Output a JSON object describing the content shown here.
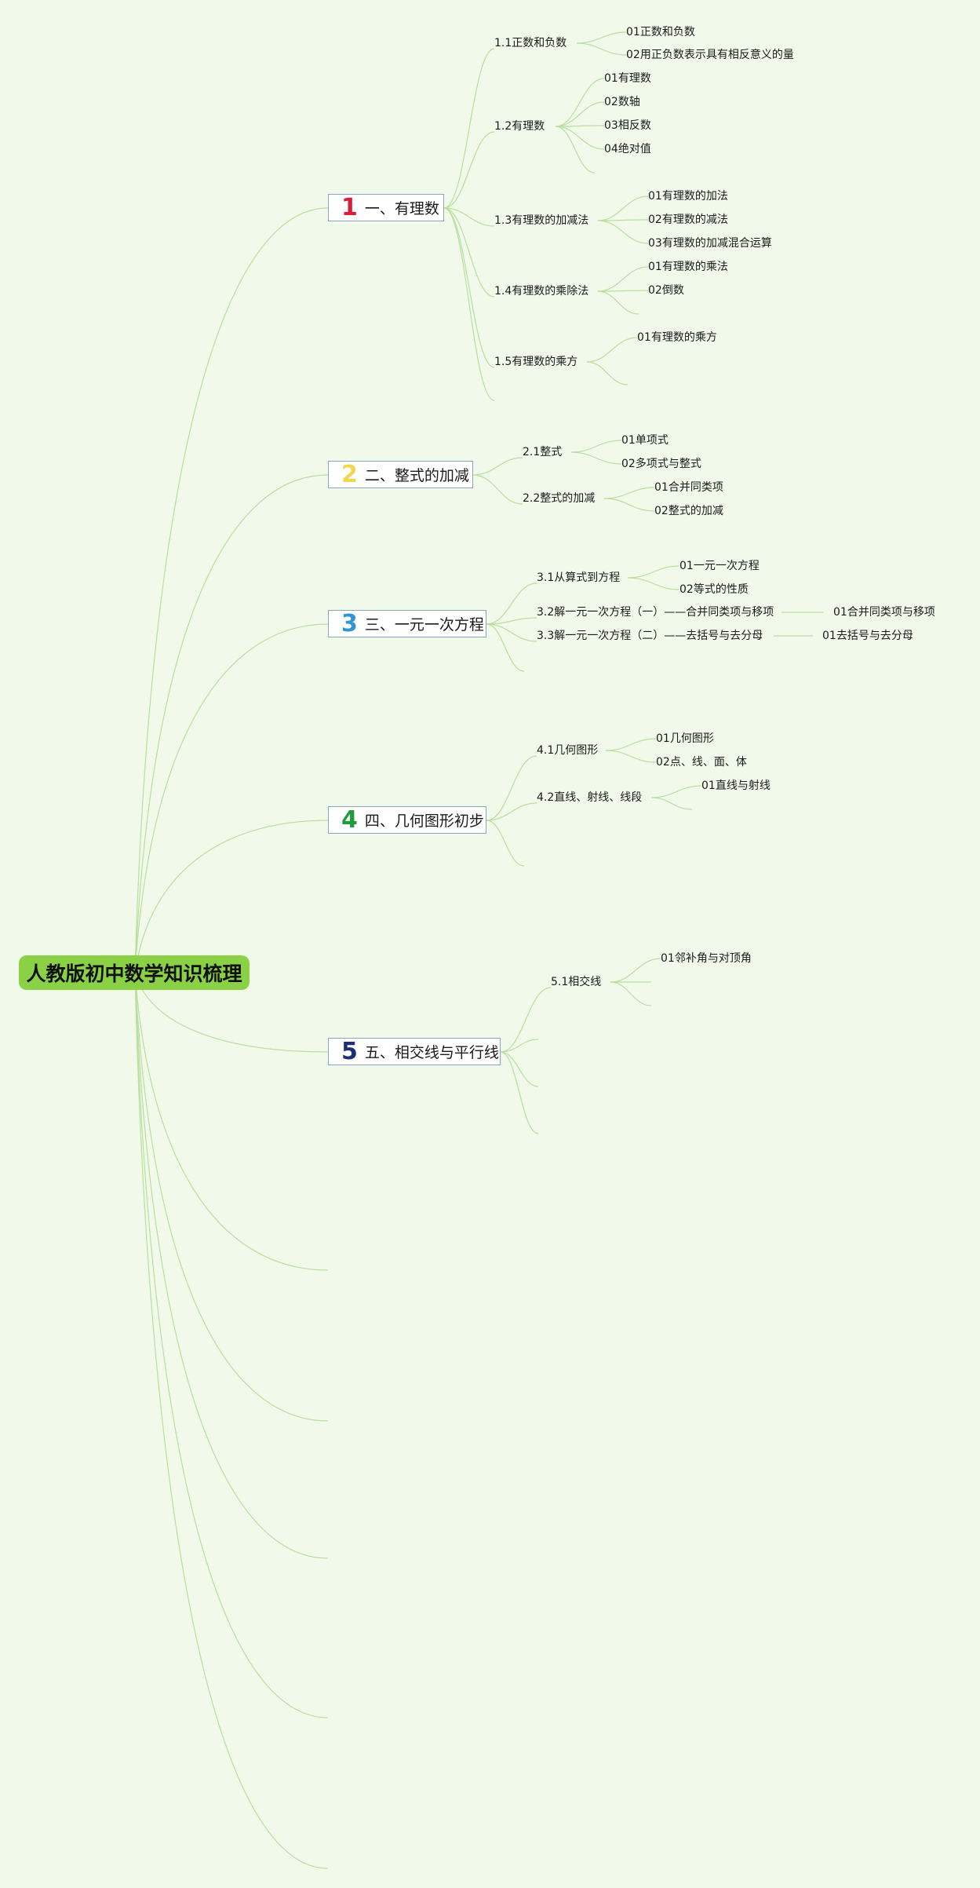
{
  "root": {
    "label": "人教版初中数学知识梳理"
  },
  "chapters": [
    {
      "number": "1",
      "label": "一、有理数",
      "number_color": "#d6203a"
    },
    {
      "number": "2",
      "label": "二、整式的加减",
      "number_color": "#f2d64f"
    },
    {
      "number": "3",
      "label": "三、一元一次方程",
      "number_color": "#2f95d3"
    },
    {
      "number": "4",
      "label": "四、几何图形初步",
      "number_color": "#1f9a3c"
    },
    {
      "number": "5",
      "label": "五、相交线与平行线",
      "number_color": "#1d2d78"
    }
  ],
  "ch1": {
    "s1": {
      "label": "1.1正数和负数",
      "items": [
        "01正数和负数",
        "02用正负数表示具有相反意义的量"
      ]
    },
    "s2": {
      "label": "1.2有理数",
      "items": [
        "01有理数",
        "02数轴",
        "03相反数",
        "04绝对值"
      ]
    },
    "s3": {
      "label": "1.3有理数的加减法",
      "items": [
        "01有理数的加法",
        "02有理数的减法",
        "03有理数的加减混合运算"
      ]
    },
    "s4": {
      "label": "1.4有理数的乘除法",
      "items": [
        "01有理数的乘法",
        "02倒数"
      ]
    },
    "s5": {
      "label": "1.5有理数的乘方",
      "items": [
        "01有理数的乘方"
      ]
    }
  },
  "ch2": {
    "s1": {
      "label": "2.1整式",
      "items": [
        "01单项式",
        "02多项式与整式"
      ]
    },
    "s2": {
      "label": "2.2整式的加减",
      "items": [
        "01合并同类项",
        "02整式的加减"
      ]
    }
  },
  "ch3": {
    "s1": {
      "label": "3.1从算式到方程",
      "items": [
        "01一元一次方程",
        "02等式的性质"
      ]
    },
    "s2": {
      "label": "3.2解一元一次方程（一）——合并同类项与移项",
      "items": [
        "01合并同类项与移项"
      ]
    },
    "s3": {
      "label": "3.3解一元一次方程（二）——去括号与去分母",
      "items": [
        "01去括号与去分母"
      ]
    }
  },
  "ch4": {
    "s1": {
      "label": "4.1几何图形",
      "items": [
        "01几何图形",
        "02点、线、面、体"
      ]
    },
    "s2": {
      "label": "4.2直线、射线、线段",
      "items": [
        "01直线与射线"
      ]
    }
  },
  "ch5": {
    "s1": {
      "label": "5.1相交线",
      "items": [
        "01邻补角与对顶角"
      ]
    }
  }
}
